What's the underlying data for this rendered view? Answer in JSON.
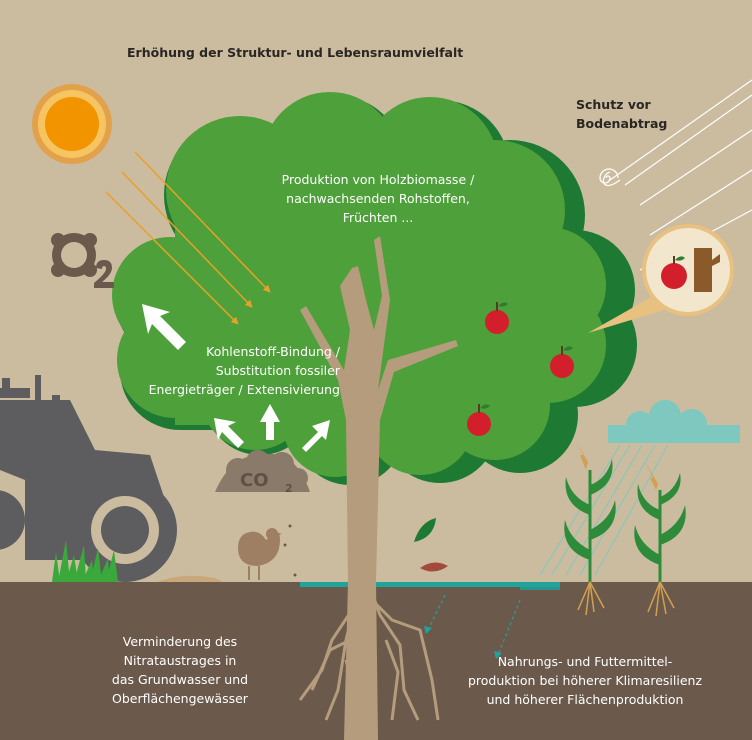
{
  "labels": {
    "structure": "Erhöhung der Struktur- und Lebensraumvielfalt",
    "erosion_line1": "Schutz vor",
    "erosion_line2": "Bodenabtrag",
    "wood_line1": "Produktion von Holzbiomasse /",
    "wood_line2": "nachwachsenden Rohstoffen,",
    "wood_line3": "Früchten ...",
    "carbon_line1": "Kohlenstoff-Bindung /",
    "carbon_line2": "Substitution fossiler",
    "carbon_line3": "Energieträger / Extensivierung",
    "nitrate_line1": "Verminderung des",
    "nitrate_line2": "Nitrataustrages in",
    "nitrate_line3": "das Grundwasser und",
    "nitrate_line4": "Oberflächengewässer",
    "food_line1": "Nahrungs- und Futtermittel-",
    "food_line2": "produktion bei höherer Klimaresilienz",
    "food_line3": "und höherer Flächenproduktion"
  },
  "icons": {
    "o2_letter": "O",
    "o2_sub": "2",
    "co2_letters": "CO",
    "co2_sub": "2"
  },
  "colors": {
    "background": "#cbbca0",
    "soil": "#6b5a4c",
    "tree_light": "#4ea03a",
    "tree_dark": "#1e7a33",
    "trunk": "#b59c7c",
    "sun_ring": "#e2a24c",
    "sun_core": "#f29400",
    "tractor": "#5d5d5f",
    "apple": "#d21f2b",
    "water": "#1fa39a"
  }
}
